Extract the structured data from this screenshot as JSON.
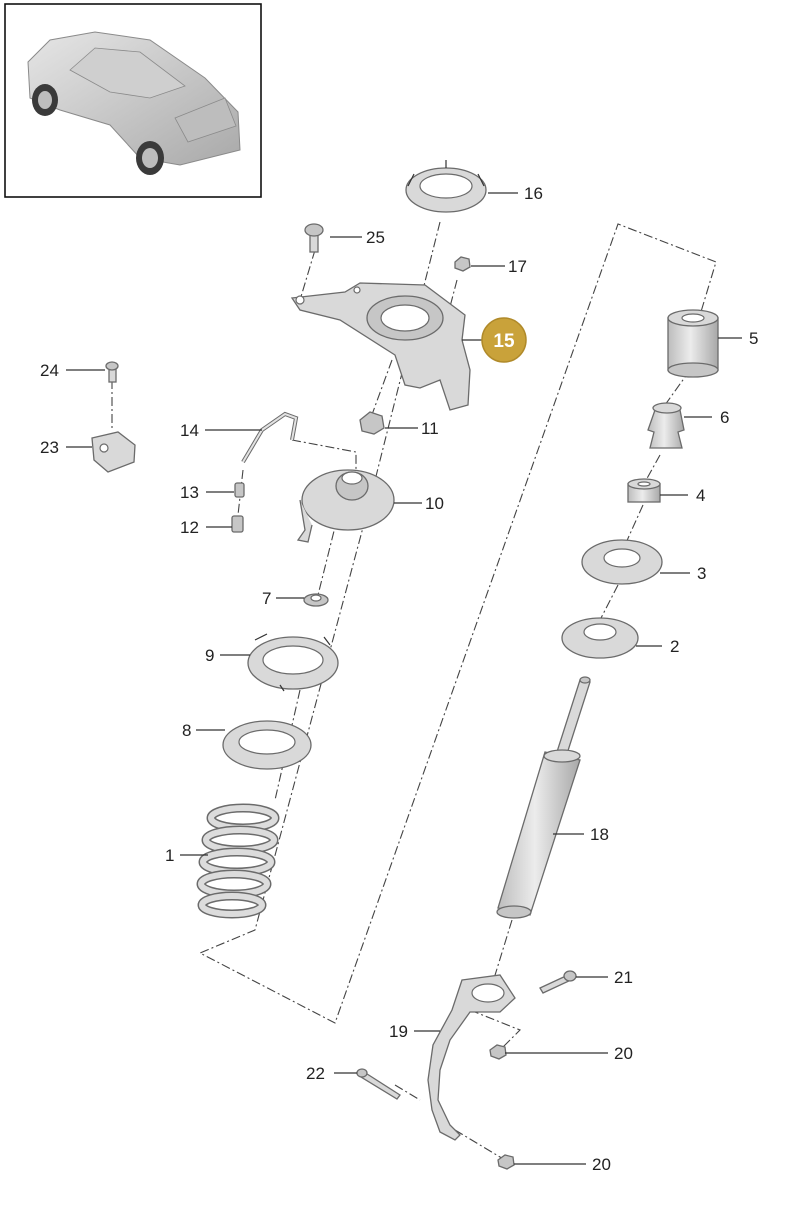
{
  "callouts": {
    "c1": "1",
    "c2": "2",
    "c3": "3",
    "c4": "4",
    "c5": "5",
    "c6": "6",
    "c7": "7",
    "c8": "8",
    "c9": "9",
    "c10": "10",
    "c11": "11",
    "c12": "12",
    "c13": "13",
    "c14": "14",
    "c15": "15",
    "c16": "16",
    "c17": "17",
    "c18": "18",
    "c19": "19",
    "c20a": "20",
    "c20b": "20",
    "c21": "21",
    "c22": "22",
    "c23": "23",
    "c24": "24",
    "c25": "25"
  },
  "colors": {
    "highlight_badge": "#c9a23a",
    "highlight_text": "#ffffff",
    "part_fill": "#d9d9d9",
    "outline": "#6b6b6b"
  }
}
